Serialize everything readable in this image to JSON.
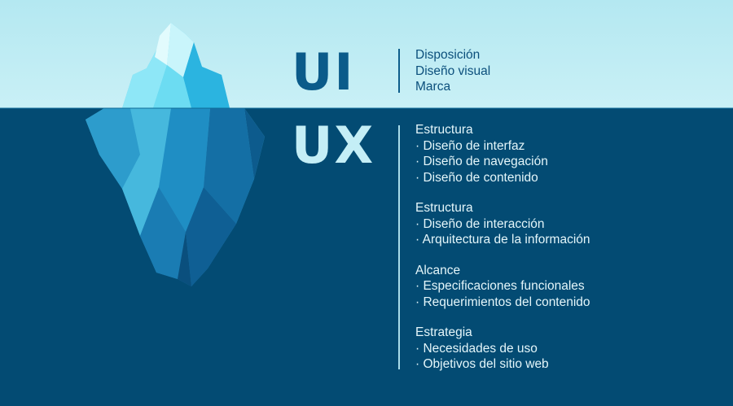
{
  "ui": {
    "title": "UI",
    "items": [
      "Disposición",
      "Diseño visual",
      "Marca"
    ]
  },
  "ux": {
    "title": "UX",
    "groups": [
      {
        "heading": "Estructura",
        "items": [
          "· Diseño de interfaz",
          "· Diseño de navegación",
          "· Diseño de contenido"
        ]
      },
      {
        "heading": "Estructura",
        "items": [
          "· Diseño de interacción",
          "· Arquitectura de la información"
        ]
      },
      {
        "heading": "Alcance",
        "items": [
          "· Especificaciones funcionales",
          "· Requerimientos del contenido"
        ]
      },
      {
        "heading": "Estrategia",
        "items": [
          "· Necesidades de uso",
          "· Objetivos del sitio web"
        ]
      }
    ]
  },
  "colors": {
    "sky": "#c2eef5",
    "sea": "#034b73",
    "ui_title": "#0b5b8a",
    "ux_title": "#c4eef6",
    "iceberg_light": "#8fe6f7",
    "iceberg_dark": "#0a4f78"
  }
}
